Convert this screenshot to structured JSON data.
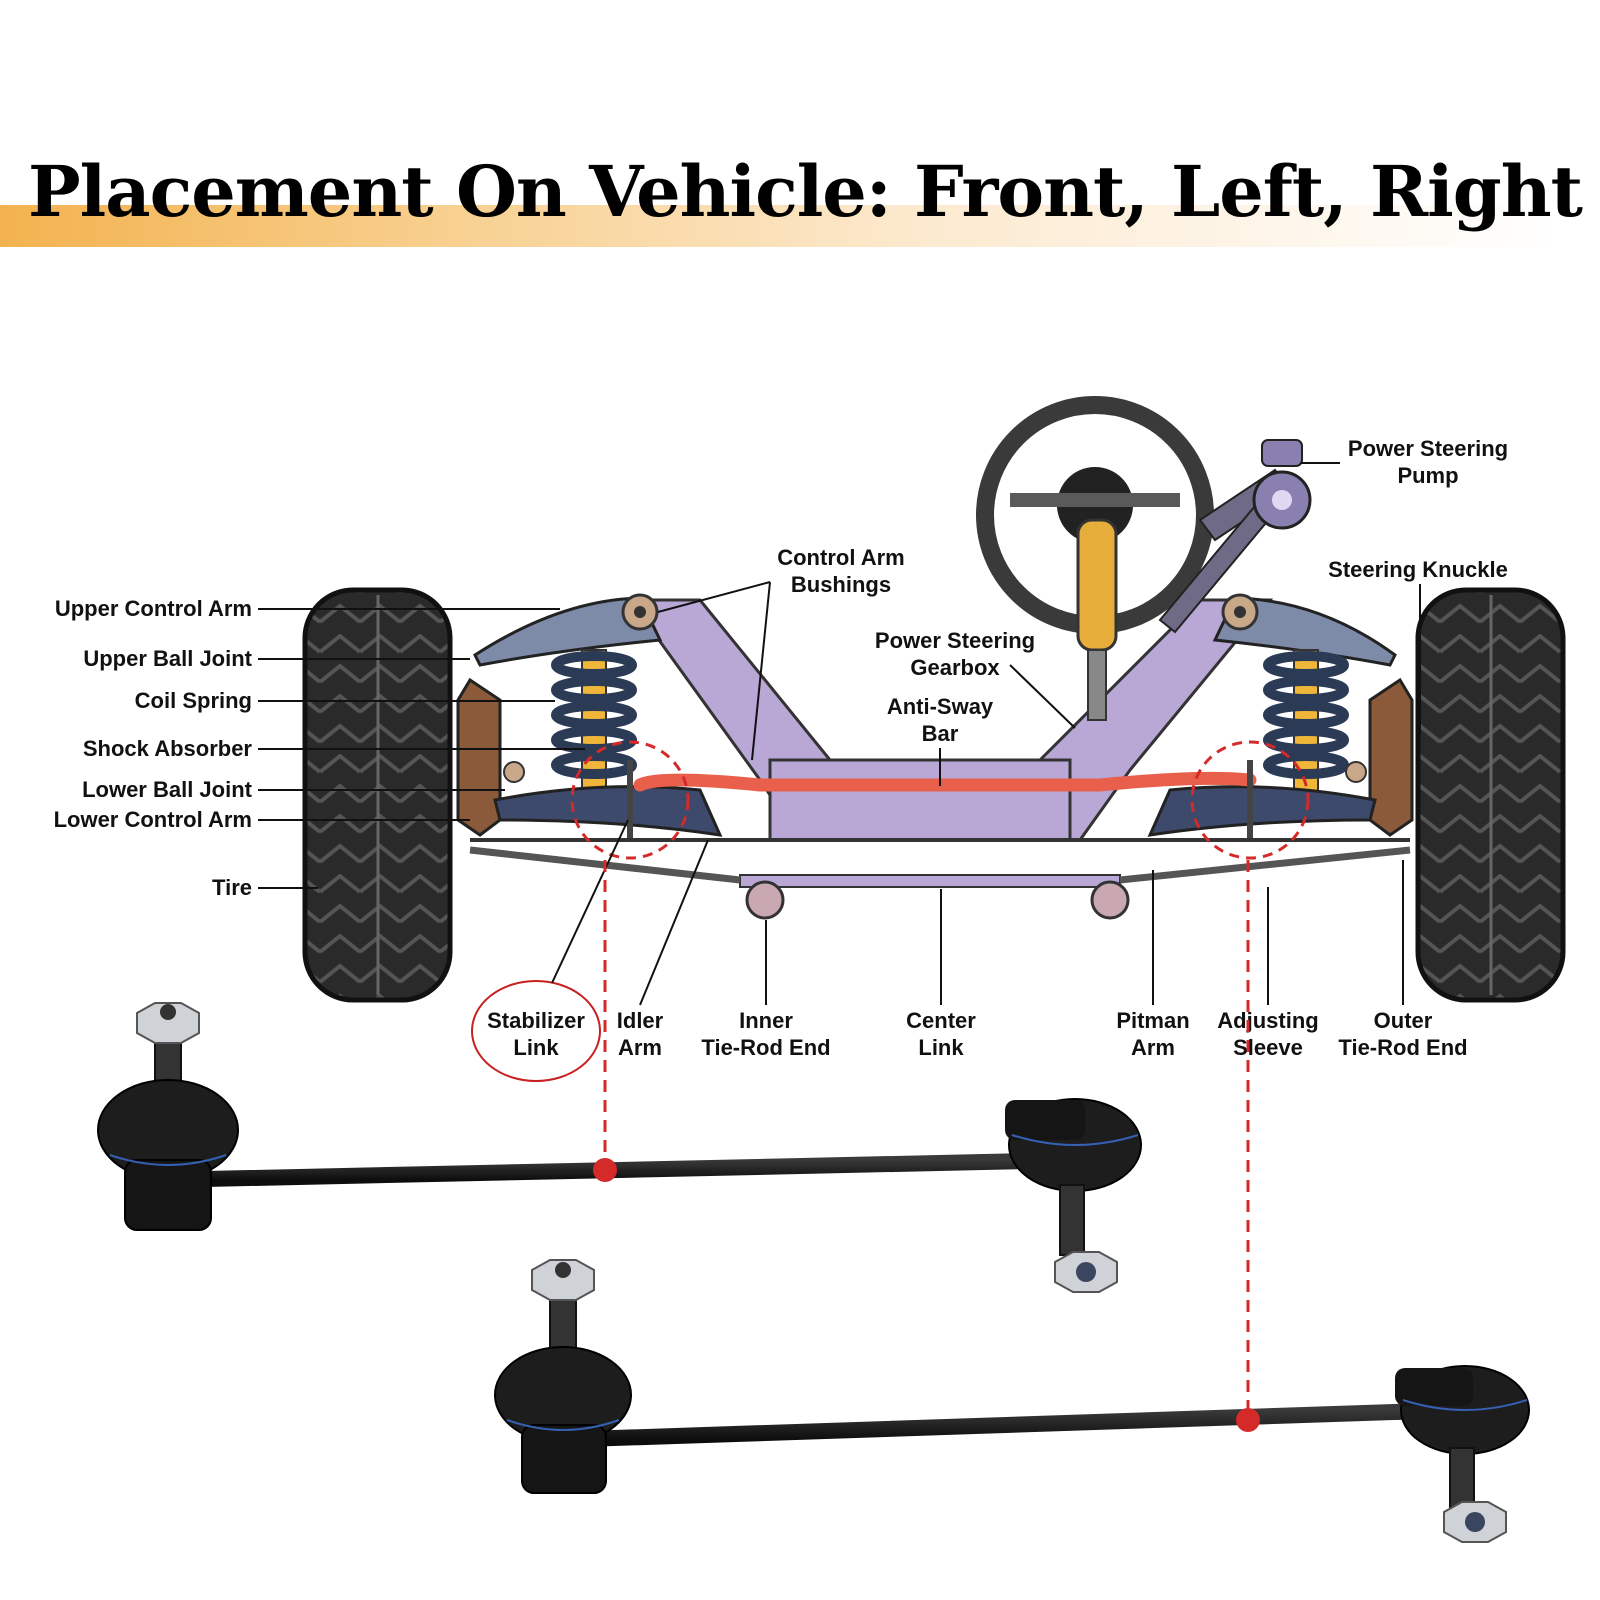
{
  "title": "Placement On Vehicle: Front, Left, Right",
  "colors": {
    "accent": "#f3b24f",
    "frame": "#b9a7d6",
    "highlight_bar": "#e8604c",
    "marker": "#d42a2a",
    "tire": "#222222"
  },
  "labels": {
    "upper_control_arm": "Upper Control Arm",
    "upper_ball_joint": "Upper Ball Joint",
    "coil_spring": "Coil Spring",
    "shock_absorber": "Shock Absorber",
    "lower_ball_joint": "Lower Ball Joint",
    "lower_control_arm": "Lower Control Arm",
    "tire": "Tire",
    "control_arm_bushings": [
      "Control Arm",
      "Bushings"
    ],
    "power_steering_gearbox": [
      "Power Steering",
      "Gearbox"
    ],
    "anti_sway_bar": [
      "Anti-Sway",
      "Bar"
    ],
    "power_steering_pump": [
      "Power Steering",
      "Pump"
    ],
    "steering_knuckle": "Steering Knuckle",
    "stabilizer_link": [
      "Stabilizer",
      "Link"
    ],
    "idler_arm": [
      "Idler",
      "Arm"
    ],
    "inner_tie_rod_end": [
      "Inner",
      "Tie-Rod End"
    ],
    "center_link": [
      "Center",
      "Link"
    ],
    "pitman_arm": [
      "Pitman",
      "Arm"
    ],
    "adjusting_sleeve": [
      "Adjusting",
      "Sleeve"
    ],
    "outer_tie_rod_end": [
      "Outer",
      "Tie-Rod End"
    ]
  }
}
